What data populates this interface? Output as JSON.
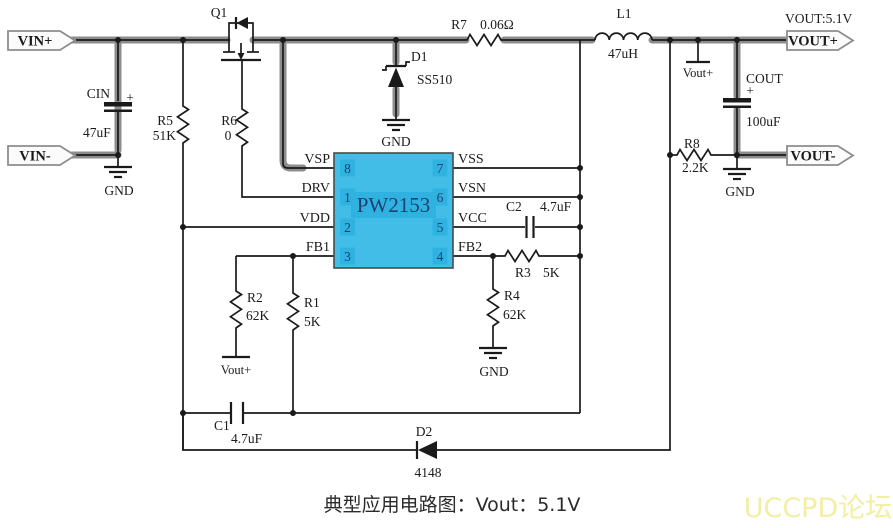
{
  "title_block": {
    "caption": "典型应用电路图：Vout：5.1V",
    "watermark": "UCCPD论坛",
    "output_note": "VOUT:5.1V"
  },
  "terminals": {
    "vin_plus": "VIN+",
    "vin_minus": "VIN-",
    "vout_plus": "VOUT+",
    "vout_minus": "VOUT-"
  },
  "ic": {
    "part_number": "PW2153",
    "pins": {
      "left": [
        {
          "num": "8",
          "name": "VSP"
        },
        {
          "num": "1",
          "name": "DRV"
        },
        {
          "num": "2",
          "name": "VDD"
        },
        {
          "num": "3",
          "name": "FB1"
        }
      ],
      "right": [
        {
          "num": "7",
          "name": "VSS"
        },
        {
          "num": "6",
          "name": "VSN"
        },
        {
          "num": "5",
          "name": "VCC"
        },
        {
          "num": "4",
          "name": "FB2"
        }
      ]
    }
  },
  "components": {
    "q1": {
      "ref": "Q1"
    },
    "cin": {
      "ref": "CIN",
      "value": "47uF",
      "polarity": "+"
    },
    "r5": {
      "ref": "R5",
      "value": "51K"
    },
    "r6": {
      "ref": "R6",
      "value": "0"
    },
    "r7": {
      "ref": "R7",
      "value": "0.06Ω"
    },
    "d1": {
      "ref": "D1",
      "value": "SS510"
    },
    "l1": {
      "ref": "L1",
      "value": "47uH"
    },
    "cout": {
      "ref": "COUT",
      "value": "100uF",
      "polarity": "+"
    },
    "r8": {
      "ref": "R8",
      "value": "2.2K"
    },
    "c2": {
      "ref": "C2",
      "value": "4.7uF"
    },
    "r3": {
      "ref": "R3",
      "value": "5K"
    },
    "r4": {
      "ref": "R4",
      "value": "62K"
    },
    "r2": {
      "ref": "R2",
      "value": "62K"
    },
    "r1": {
      "ref": "R1",
      "value": "5K"
    },
    "c1": {
      "ref": "C1",
      "value": "4.7uF"
    },
    "d2": {
      "ref": "D2",
      "value": "4148"
    }
  },
  "net_labels": {
    "vout_plus_top": "Vout+",
    "vout_plus_fb": "Vout+",
    "gnd": "GND"
  },
  "colors": {
    "ic_fill": "#41bde8",
    "ic_inner": "#30b2e1",
    "ic_text": "#1d3f72",
    "net_highlight": "#8d8d8d",
    "watermark": "#f2efa4"
  }
}
